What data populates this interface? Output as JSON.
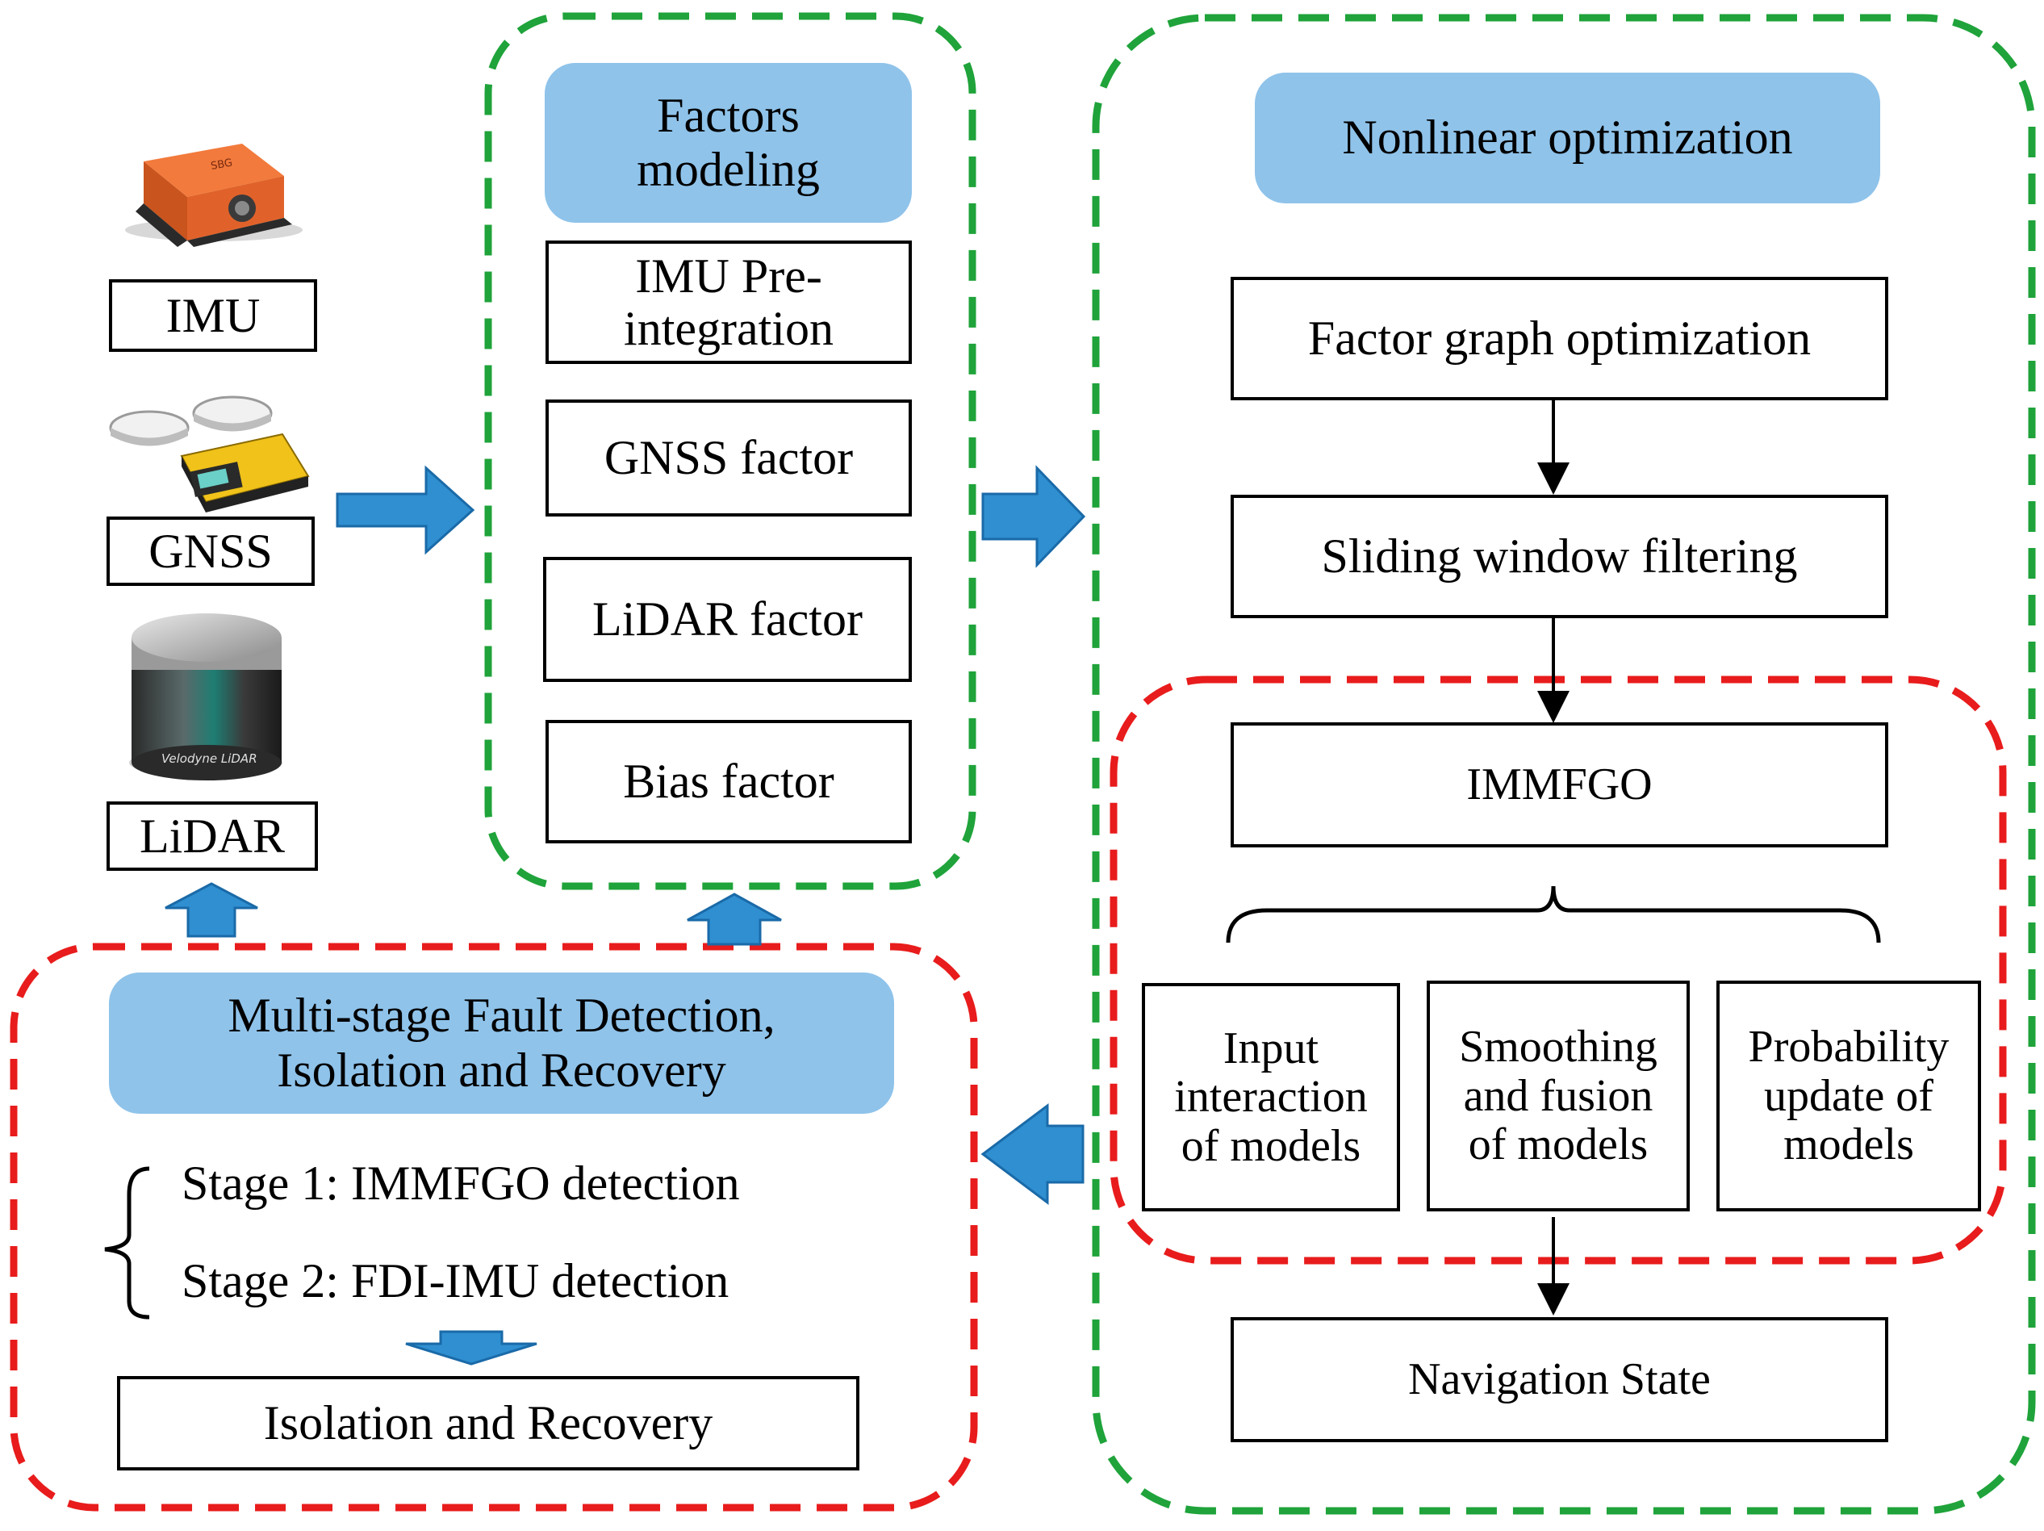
{
  "colors": {
    "header_fill": "#8fc3ea",
    "arrow_fill": "#2f8fd0",
    "arrow_stroke": "#1a6aa8",
    "green_dash": "#1fa33a",
    "red_dash": "#e81c1c"
  },
  "sensors": {
    "imu_label": "IMU",
    "gnss_label": "GNSS",
    "lidar_label": "LiDAR",
    "device_brand_imu": "SBG",
    "device_brand_lidar": "Velodyne LiDAR"
  },
  "factors": {
    "header": "Factors modeling",
    "items": [
      "IMU Pre-integration",
      "GNSS factor",
      "LiDAR factor",
      "Bias factor"
    ]
  },
  "optimization": {
    "header": "Nonlinear optimization",
    "factor_graph": "Factor graph optimization",
    "sliding_window": "Sliding window filtering",
    "immfgo": "IMMFGO",
    "sub_models": [
      "Input interaction of models",
      "Smoothing and fusion of models",
      "Probability update of models"
    ],
    "navigation_state": "Navigation State"
  },
  "fault": {
    "header": "Multi-stage Fault Detection, Isolation and Recovery",
    "stage1": "Stage 1: IMMFGO detection",
    "stage2": "Stage 2: FDI-IMU detection",
    "recovery": "Isolation and Recovery"
  }
}
